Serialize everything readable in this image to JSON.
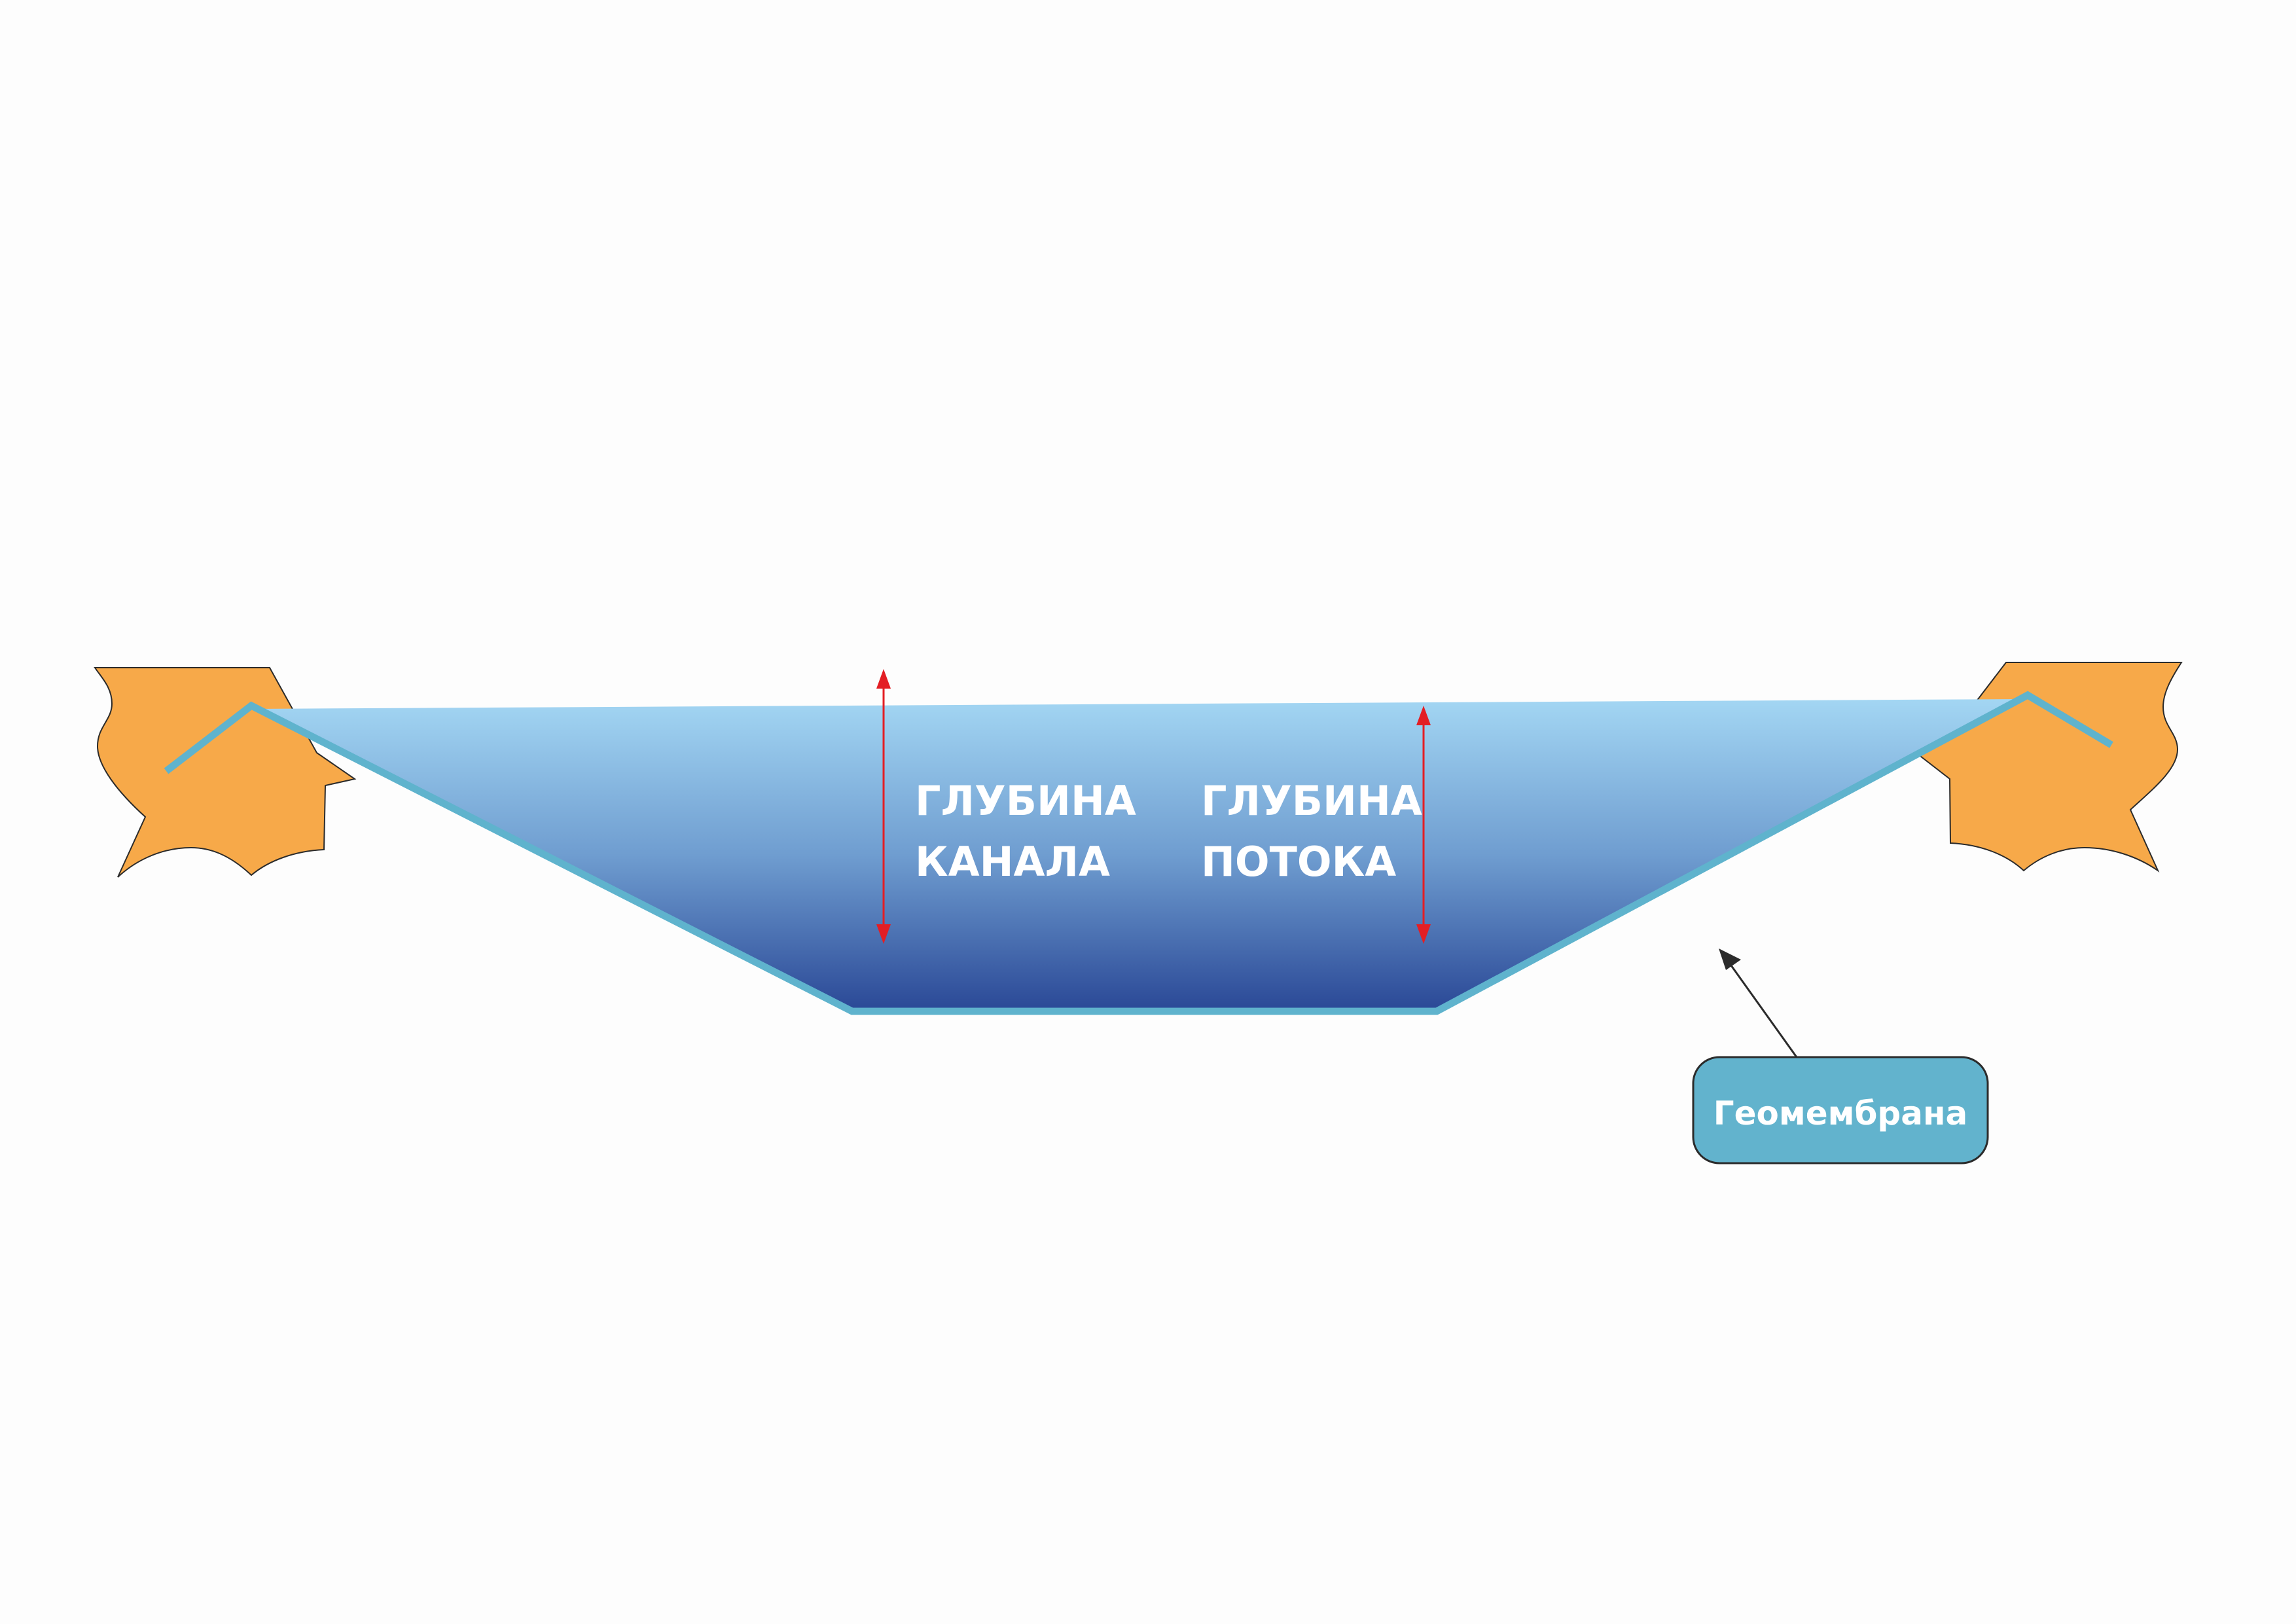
{
  "labels": {
    "channel_depth_line1": "ГЛУБИНА",
    "channel_depth_line2": "КАНАЛА",
    "flow_depth_line1": "ГЛУБИНА",
    "flow_depth_line2": "ПОТОКА",
    "callout": "Геомембрана"
  },
  "colors": {
    "ground": "#f7a949",
    "membrane": "#5fb3cd",
    "water_top": "#a3d6f3",
    "water_bottom": "#2a4896",
    "arrow": "#e31e24",
    "callout_fill": "#62b3cd"
  }
}
